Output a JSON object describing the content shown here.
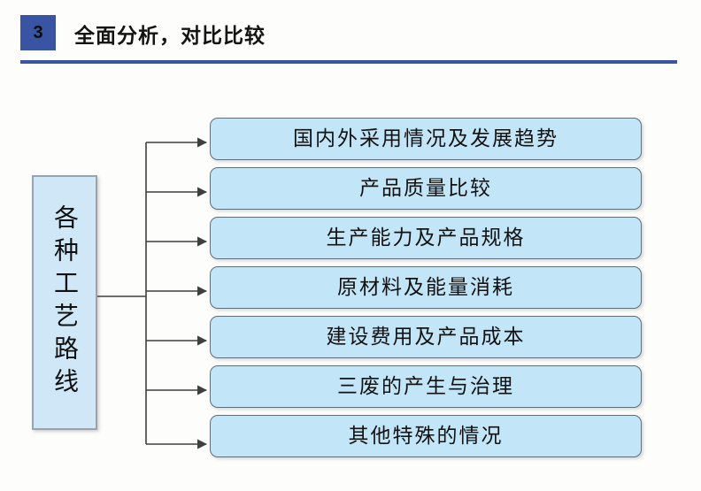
{
  "header": {
    "step_number": "3",
    "title": "全面分析，对比比较",
    "badge_color": "#3a54a4",
    "rule_color": "#3a54a4"
  },
  "diagram": {
    "type": "tree-fan",
    "node_fill": "#c2e5f8",
    "node_border": "#5f6f7b",
    "connector_color": "#3f3f3f",
    "root": {
      "label": "各种工艺路线",
      "orientation": "vertical",
      "fill": "#cfe7f6",
      "border": "#9aa3ab"
    },
    "branches": [
      {
        "label": "国内外采用情况及发展趋势"
      },
      {
        "label": "产品质量比较"
      },
      {
        "label": "生产能力及产品规格"
      },
      {
        "label": "原材料及能量消耗"
      },
      {
        "label": "建设费用及产品成本"
      },
      {
        "label": "三废的产生与治理"
      },
      {
        "label": "其他特殊的情况"
      }
    ]
  }
}
